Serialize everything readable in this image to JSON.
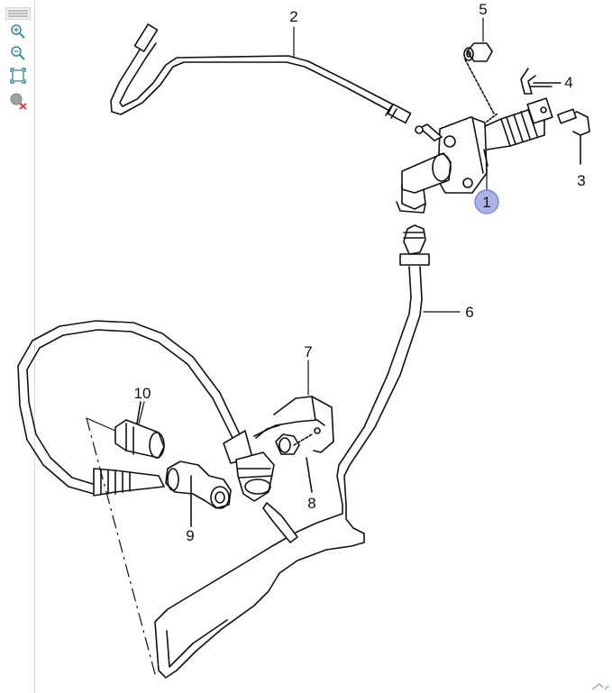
{
  "toolbar": {
    "items": [
      {
        "icon": "menu-icon"
      },
      {
        "icon": "zoom-in-icon"
      },
      {
        "icon": "zoom-out-icon"
      },
      {
        "icon": "fit-to-screen-icon"
      },
      {
        "icon": "reset-zoom-icon"
      }
    ]
  },
  "callouts": {
    "c1": "1",
    "c2": "2",
    "c3": "3",
    "c4": "4",
    "c5": "5",
    "c6": "6",
    "c7": "7",
    "c8": "8",
    "c9": "9",
    "c10": "10"
  },
  "colors": {
    "line": "#111111",
    "highlight_fill": "#aab2e8",
    "highlight_stroke": "#7a86d6",
    "toolbar_icon": "#3a8a9a"
  }
}
